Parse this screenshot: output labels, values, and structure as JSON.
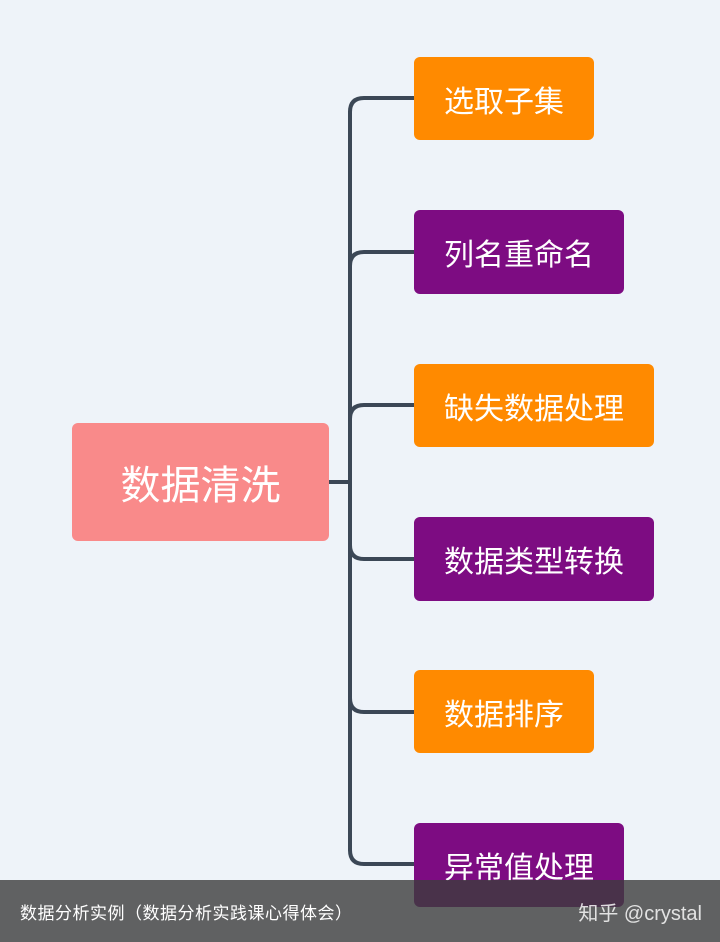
{
  "diagram": {
    "root": {
      "label": "数据清洗",
      "color": "#f98a8a"
    },
    "children": [
      {
        "label": "选取子集",
        "color": "#ff8a00"
      },
      {
        "label": "列名重命名",
        "color": "#7d0c82"
      },
      {
        "label": "缺失数据处理",
        "color": "#ff8a00"
      },
      {
        "label": "数据类型转换",
        "color": "#7d0c82"
      },
      {
        "label": "数据排序",
        "color": "#ff8a00"
      },
      {
        "label": "异常值处理",
        "color": "#7d0c82"
      }
    ],
    "connector_color": "#3b4756"
  },
  "caption": {
    "text": "数据分析实例（数据分析实践课心得体会）",
    "watermark": "知乎 @crystal"
  }
}
